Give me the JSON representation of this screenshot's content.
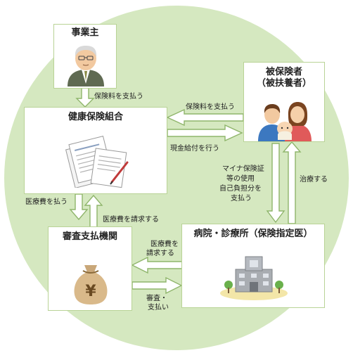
{
  "entities": {
    "employer": "事業主",
    "insured_line1": "被保険者",
    "insured_line2": "（被扶養者）",
    "association": "健康保険組合",
    "review_agency": "審査支払機関",
    "hospital": "病院・診療所（保険指定医）"
  },
  "flows": {
    "employer_pays_premium": "保険料を支払う",
    "insured_pays_premium": "保険料を支払う",
    "cash_benefit": "現金給付を行う",
    "pays_medical_fee": "医療費を払う",
    "request_medical_fee": "医療費を請求する",
    "mynumber_line1": "マイナ保険証",
    "mynumber_line2": "等の使用",
    "mynumber_line3": "自己負担分を",
    "mynumber_line4": "支払う",
    "treatment": "治療する",
    "hospital_request_line1": "医療費を",
    "hospital_request_line2": "請求する",
    "review_pay_line1": "審査・",
    "review_pay_line2": "支払い"
  },
  "icons": {
    "employer": "elderly-businessman-icon",
    "insured": "family-icon",
    "association": "documents-pen-icon",
    "review_agency": "yen-money-bag-icon",
    "hospital": "hospital-building-icon"
  },
  "colors": {
    "background_circle": "#d5e8c0",
    "box_border": "#b9d396",
    "arrow_fill": "#ffffff",
    "arrow_stroke": "#8fb56b"
  }
}
